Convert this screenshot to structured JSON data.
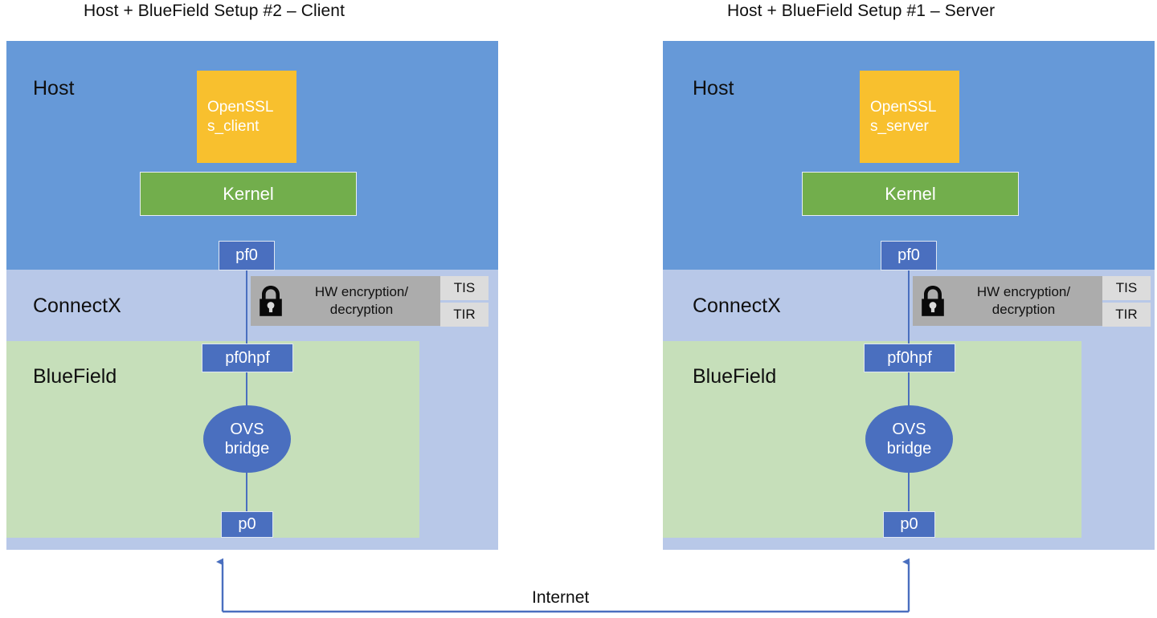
{
  "diagram": {
    "title_left": "Host + BlueField Setup #2 – Client",
    "title_right": "Host + BlueField Setup #1 – Server",
    "internet_label": "Internet",
    "colors": {
      "host": "#6699D8",
      "connectx": "#B8C8E8",
      "bluefield": "#C6DFBA",
      "openssl": "#F8C02E",
      "kernel": "#72AE4C",
      "port": "#4A6FBF",
      "encryption": "#ACACAC",
      "tis_tir": "#DCDCDC",
      "link": "#4A6FBF"
    }
  },
  "panels": [
    {
      "id": "client",
      "title": "Host + BlueField Setup #2 – Client",
      "layers": {
        "host_label": "Host",
        "connectx_label": "ConnectX",
        "bluefield_label": "BlueField"
      },
      "app": {
        "line1": "OpenSSL",
        "line2": "s_client"
      },
      "kernel_label": "Kernel",
      "ports": {
        "pf0": "pf0",
        "pf0hpf": "pf0hpf",
        "p0": "p0"
      },
      "ovs": {
        "line1": "OVS",
        "line2": "bridge"
      },
      "encryption": {
        "line1": "HW encryption/",
        "line2": "decryption",
        "icon": "lock-icon",
        "tis": "TIS",
        "tir": "TIR"
      }
    },
    {
      "id": "server",
      "title": "Host + BlueField Setup #1 – Server",
      "layers": {
        "host_label": "Host",
        "connectx_label": "ConnectX",
        "bluefield_label": "BlueField"
      },
      "app": {
        "line1": "OpenSSL",
        "line2": "s_server"
      },
      "kernel_label": "Kernel",
      "ports": {
        "pf0": "pf0",
        "pf0hpf": "pf0hpf",
        "p0": "p0"
      },
      "ovs": {
        "line1": "OVS",
        "line2": "bridge"
      },
      "encryption": {
        "line1": "HW encryption/",
        "line2": "decryption",
        "icon": "lock-icon",
        "tis": "TIS",
        "tir": "TIR"
      }
    }
  ]
}
